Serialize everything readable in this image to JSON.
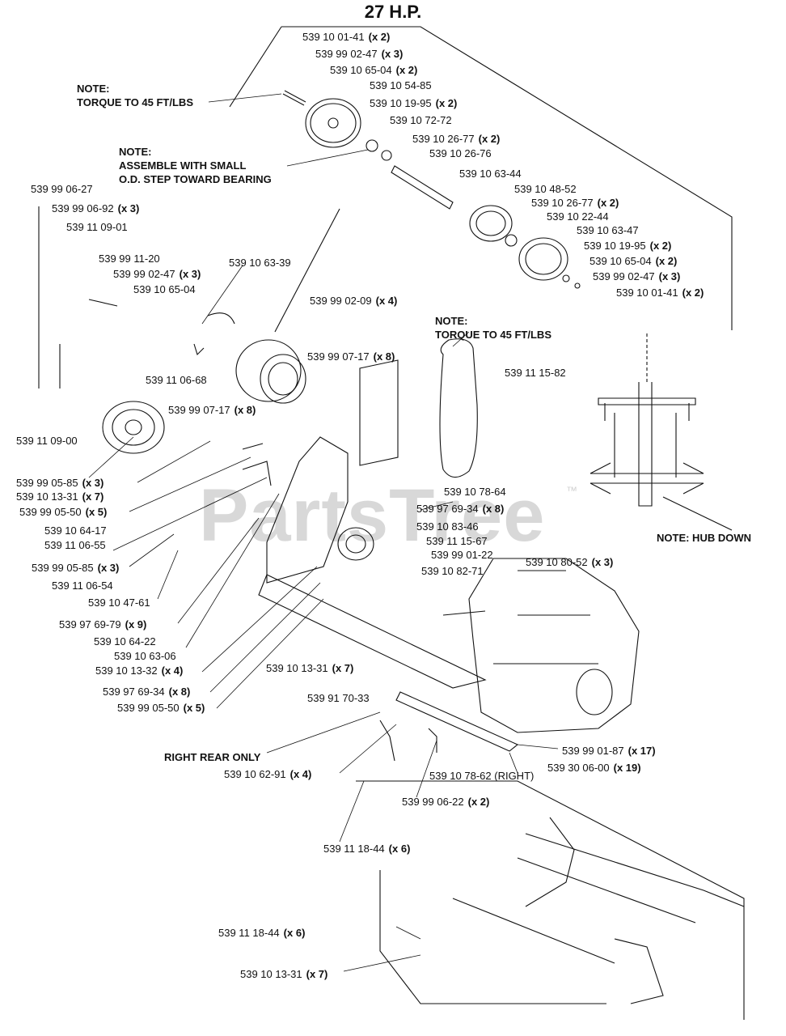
{
  "title": "27 H.P.",
  "watermark": "PartsTree",
  "trademark": "™",
  "notes": {
    "torque_top": [
      "NOTE:",
      "TORQUE TO 45 FT/LBS"
    ],
    "assemble": [
      "NOTE:",
      "ASSEMBLE WITH SMALL",
      "O.D. STEP TOWARD BEARING"
    ],
    "torque_mid": [
      "NOTE:",
      "TORQUE TO 45 FT/LBS"
    ],
    "hub_down": "NOTE: HUB DOWN",
    "right_rear": "RIGHT REAR ONLY"
  },
  "labels": [
    {
      "part": "539 10 01-41",
      "qty": "(x 2)"
    },
    {
      "part": "539 99 02-47",
      "qty": "(x 3)"
    },
    {
      "part": "539 10 65-04",
      "qty": "(x 2)"
    },
    {
      "part": "539 10 54-85",
      "qty": ""
    },
    {
      "part": "539 10 19-95",
      "qty": "(x 2)"
    },
    {
      "part": "539 10 72-72",
      "qty": ""
    },
    {
      "part": "539 10 26-77",
      "qty": "(x 2)"
    },
    {
      "part": "539 10 26-76",
      "qty": ""
    },
    {
      "part": "539 10 63-44",
      "qty": ""
    },
    {
      "part": "539 10 48-52",
      "qty": ""
    },
    {
      "part": "539 10 26-77",
      "qty": "(x 2)"
    },
    {
      "part": "539 10 22-44",
      "qty": ""
    },
    {
      "part": "539 10 63-47",
      "qty": ""
    },
    {
      "part": "539 10 19-95",
      "qty": "(x 2)"
    },
    {
      "part": "539 10 65-04",
      "qty": "(x 2)"
    },
    {
      "part": "539 99 02-47",
      "qty": "(x 3)"
    },
    {
      "part": "539 10 01-41",
      "qty": "(x 2)"
    },
    {
      "part": "539 99 06-27",
      "qty": ""
    },
    {
      "part": "539 99 06-92",
      "qty": "(x 3)"
    },
    {
      "part": "539 11 09-01",
      "qty": ""
    },
    {
      "part": "539 99 11-20",
      "qty": ""
    },
    {
      "part": "539 99 02-47",
      "qty": "(x 3)"
    },
    {
      "part": "539 10 65-04",
      "qty": ""
    },
    {
      "part": "539 10 63-39",
      "qty": ""
    },
    {
      "part": "539 99 02-09",
      "qty": "(x 4)"
    },
    {
      "part": "539 99 07-17",
      "qty": "(x 8)"
    },
    {
      "part": "539 11 15-82",
      "qty": ""
    },
    {
      "part": "539 11 06-68",
      "qty": ""
    },
    {
      "part": "539 99 07-17",
      "qty": "(x 8)"
    },
    {
      "part": "539 11 09-00",
      "qty": ""
    },
    {
      "part": "539 99 05-85",
      "qty": "(x 3)"
    },
    {
      "part": "539 10 13-31",
      "qty": "(x 7)"
    },
    {
      "part": "539 99 05-50",
      "qty": "(x 5)"
    },
    {
      "part": "539 10 64-17",
      "qty": ""
    },
    {
      "part": "539 11 06-55",
      "qty": ""
    },
    {
      "part": "539 10 78-64",
      "qty": ""
    },
    {
      "part": "539 97 69-34",
      "qty": "(x 8)"
    },
    {
      "part": "539 10 83-46",
      "qty": ""
    },
    {
      "part": "539 11 15-67",
      "qty": ""
    },
    {
      "part": "539 99 01-22",
      "qty": ""
    },
    {
      "part": "539 10 80-52",
      "qty": "(x 3)"
    },
    {
      "part": "539 99 05-85",
      "qty": "(x 3)"
    },
    {
      "part": "539 10 82-71",
      "qty": ""
    },
    {
      "part": "539 11 06-54",
      "qty": ""
    },
    {
      "part": "539 10 47-61",
      "qty": ""
    },
    {
      "part": "539 97 69-79",
      "qty": "(x 9)"
    },
    {
      "part": "539 10 64-22",
      "qty": ""
    },
    {
      "part": "539 10 63-06",
      "qty": ""
    },
    {
      "part": "539 10 13-32",
      "qty": "(x 4)"
    },
    {
      "part": "539 10 13-31",
      "qty": "(x 7)"
    },
    {
      "part": "539 97 69-34",
      "qty": "(x 8)"
    },
    {
      "part": "539 91 70-33",
      "qty": ""
    },
    {
      "part": "539 99 05-50",
      "qty": "(x 5)"
    },
    {
      "part": "539 99 01-87",
      "qty": "(x 17)"
    },
    {
      "part": "539 30 06-00",
      "qty": "(x 19)"
    },
    {
      "part": "539 10 62-91",
      "qty": "(x 4)"
    },
    {
      "part": "539 10 78-62 (RIGHT)",
      "qty": ""
    },
    {
      "part": "539 99 06-22",
      "qty": "(x 2)"
    },
    {
      "part": "539 11 18-44",
      "qty": "(x 6)"
    },
    {
      "part": "539 11 18-44",
      "qty": "(x 6)"
    },
    {
      "part": "539 10 13-31",
      "qty": "(x 7)"
    }
  ]
}
